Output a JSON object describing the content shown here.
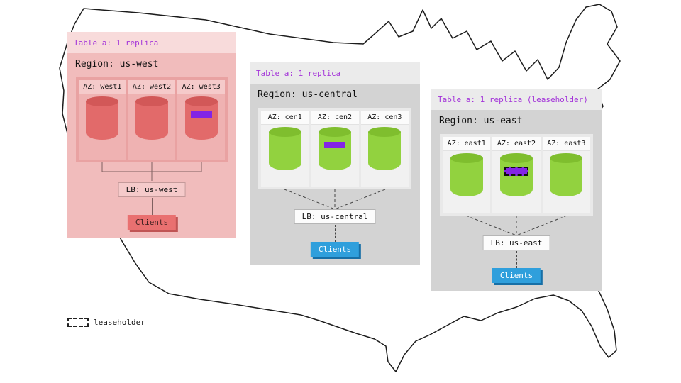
{
  "legend": {
    "label": "leaseholder"
  },
  "regions": [
    {
      "name": "us-west",
      "table_label": "Table a: 1 replica",
      "table_label_style": "strikethrough",
      "region_label": "Region: us-west",
      "az_labels": [
        "AZ: west1",
        "AZ: west2",
        "AZ: west3"
      ],
      "replica_marker_az": "AZ: west3",
      "lb_label": "LB: us-west",
      "clients_label": "Clients"
    },
    {
      "name": "us-central",
      "table_label": "Table a: 1 replica",
      "region_label": "Region: us-central",
      "az_labels": [
        "AZ: cen1",
        "AZ: cen2",
        "AZ: cen3"
      ],
      "replica_marker_az": "AZ: cen2",
      "lb_label": "LB: us-central",
      "clients_label": "Clients"
    },
    {
      "name": "us-east",
      "table_label": "Table a: 1 replica (leaseholder)",
      "region_label": "Region: us-east",
      "az_labels": [
        "AZ: east1",
        "AZ: east2",
        "AZ: east3"
      ],
      "replica_marker_az": "AZ: east2",
      "leaseholder_az": "AZ: east2",
      "lb_label": "LB: us-east",
      "clients_label": "Clients"
    }
  ],
  "colors": {
    "table_label_purple": "#a333d9",
    "replica_marker_purple": "#8324e6",
    "west_replica_red": "#e26a6a",
    "replica_green": "#92d23f",
    "clients_blue": "#2f9fdc",
    "west_card_pink": "#f1bcbc",
    "region_card_gray": "#d3d3d3",
    "map_outline": "#1c1c1c"
  }
}
